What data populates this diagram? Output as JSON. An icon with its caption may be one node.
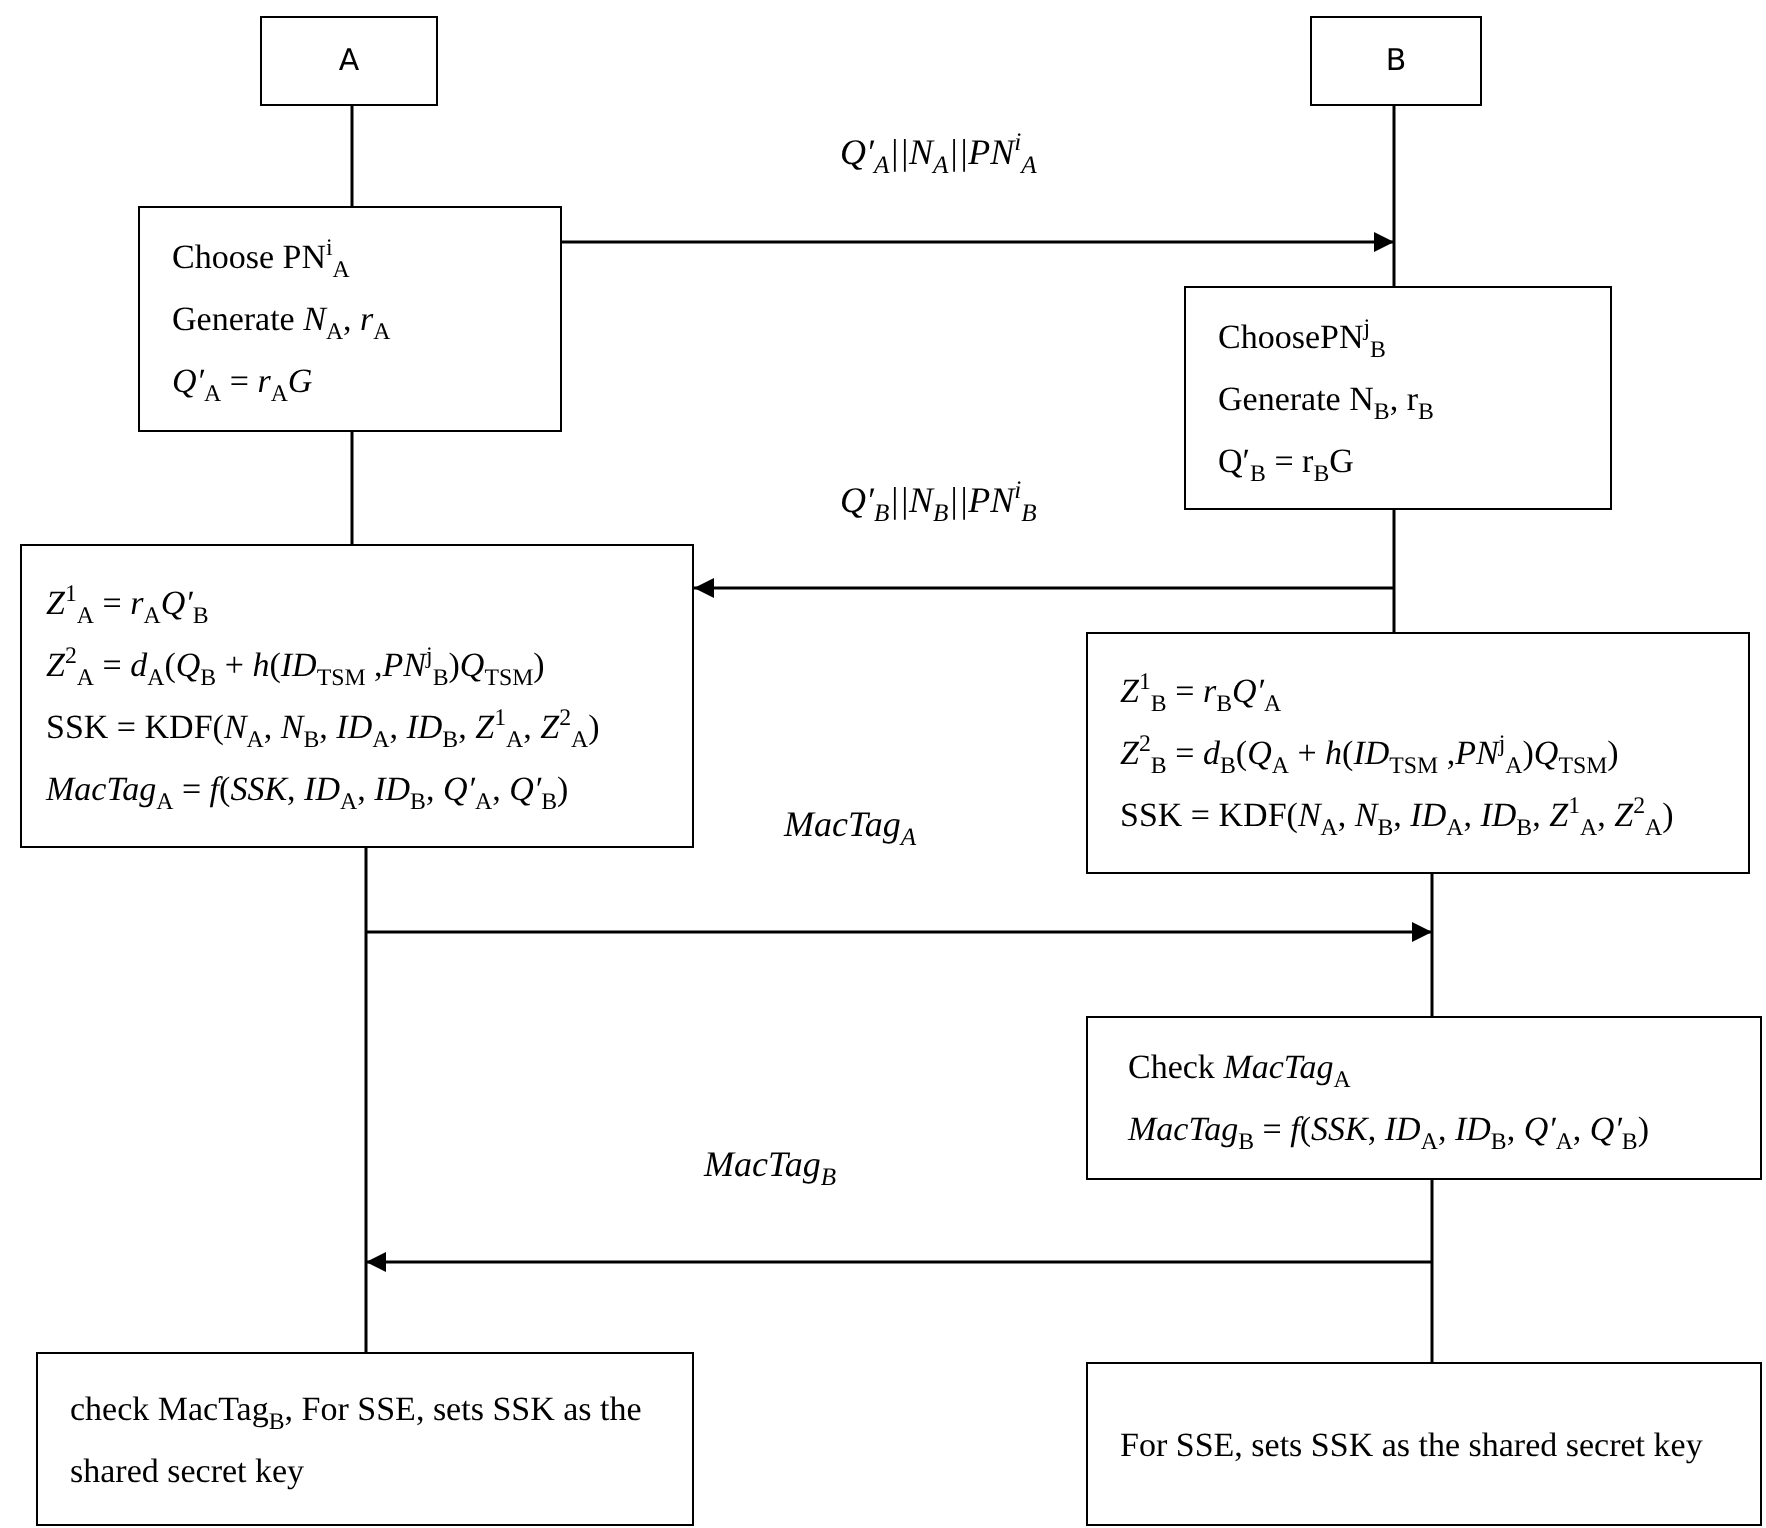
{
  "diagram": {
    "nodes": [
      {
        "text": [
          "A"
        ]
      },
      {
        "text": [
          "B"
        ]
      },
      {
        "text": [
          "Choose PN$^{i}$$_{A}$",
          "Generate *N*$_{A}$, *r*$_{A}$",
          "*Q′*$_{A}$ = *r*$_{A}$*G*"
        ]
      },
      {
        "text": [
          "ChoosePN$^{j}$$_{B}$",
          "Generate N$_{B}$, r$_{B}$",
          "Q′$_{B}$ = r$_{B}$G"
        ]
      },
      {
        "text": [
          "*Z*$^{1}$$_{A}$ = *r*$_{A}$*Q′*$_{B}$",
          "*Z*$^{2}$$_{A}$ = *d*$_{A}$(*Q*$_{B}$ + *h*(*ID*$_{TSM}$ ,*PN*$^{j}$$_{B}$)*Q*$_{TSM}$)",
          "SSK = KDF(*N*$_{A}$, *N*$_{B}$, *ID*$_{A}$, *ID*$_{B}$, *Z*$^{1}$$_{A}$, *Z*$^{2}$$_{A}$)",
          "*MacTag*$_{A}$ = *f*(*SSK*, *ID*$_{A}$, *ID*$_{B}$, *Q′*$_{A}$, *Q′*$_{B}$)"
        ]
      },
      {
        "text": [
          "*Z*$^{1}$$_{B}$ = *r*$_{B}$*Q′*$_{A}$",
          "*Z*$^{2}$$_{B}$ = *d*$_{B}$(*Q*$_{A}$ + *h*(*ID*$_{TSM}$ ,*PN*$^{j}$$_{A}$)*Q*$_{TSM}$)",
          "SSK = KDF(*N*$_{A}$, *N*$_{B}$, *ID*$_{A}$, *ID*$_{B}$, *Z*$^{1}$$_{A}$, *Z*$^{2}$$_{A}$)"
        ]
      },
      {
        "text": [
          "Check *MacTag*$_{A}$",
          "*MacTag*$_{B}$ = *f*(*SSK*, *ID*$_{A}$, *ID*$_{B}$, *Q′*$_{A}$, *Q′*$_{B}$)"
        ]
      },
      {
        "text": [
          "check MacTag$_{B}$, For SSE, sets SSK as the shared secret key"
        ]
      },
      {
        "text": [
          "For SSE, sets SSK as the shared secret key"
        ]
      }
    ],
    "edges": [
      {
        "from": 0,
        "to": 2,
        "arrow": "none"
      },
      {
        "from": 2,
        "to": 4,
        "arrow": "none"
      },
      {
        "from": 4,
        "to": 7,
        "arrow": "none"
      },
      {
        "from": 1,
        "to": 3,
        "arrow": "none"
      },
      {
        "from": 3,
        "to": 5,
        "arrow": "none"
      },
      {
        "from": 5,
        "to": 6,
        "arrow": "none"
      },
      {
        "from": 6,
        "to": 8,
        "arrow": "none"
      },
      {
        "from": 2,
        "to": 3,
        "arrow": "to",
        "label": "Q′$_{A}$||N$_{A}$||PN$^{i}$$_{A}$"
      },
      {
        "from": null,
        "to": 4,
        "arrow": "to",
        "label": "Q′$_{B}$||N$_{B}$||PN$^{i}$$_{B}$"
      },
      {
        "from": 4,
        "to": null,
        "arrow": "to",
        "label": "MacTag$_{A}$"
      },
      {
        "from": 6,
        "to": 7,
        "arrow": "to",
        "label": "MacTag$_{B}$"
      }
    ]
  }
}
